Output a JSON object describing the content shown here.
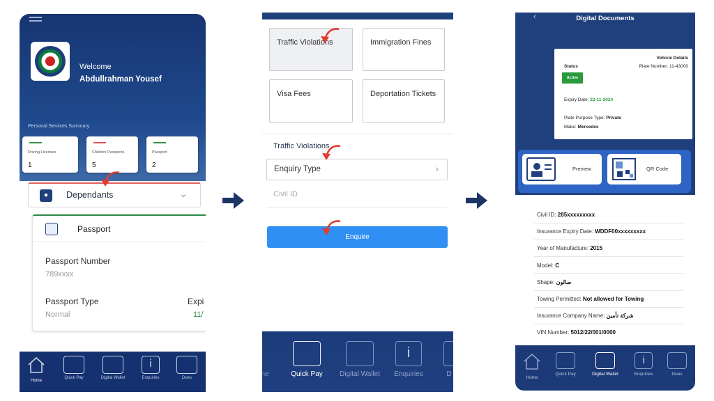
{
  "screen1": {
    "welcome": "Welcome",
    "user_name": "Abdullrahman Yousef",
    "summary_title": "Personal Services Summary",
    "cards": [
      {
        "label": "Driving Licenses",
        "value": "1",
        "color": "#3a8f4a"
      },
      {
        "label": "Children Passports",
        "value": "5",
        "color": "#d9534f"
      },
      {
        "label": "Passport",
        "value": "2",
        "color": "#3a8f4a"
      }
    ],
    "dependants_label": "Dependants",
    "passport": {
      "title": "Passport",
      "number_label": "Passport Number",
      "number_value": "789xxxx",
      "type_label": "Passport Type",
      "type_value": "Normal",
      "expiry_label": "Expi",
      "expiry_value": "11/"
    },
    "nav": [
      "Home",
      "Quick Pay",
      "Digital Wallet",
      "Enquiries",
      "Dues"
    ]
  },
  "screen2": {
    "tiles": [
      "Traffic Violations",
      "Immigration Fines",
      "Visa Fees",
      "Deportation Tickets"
    ],
    "form_title": "Traffic Violations",
    "enquiry_type": "Enquiry Type",
    "civil_id_placeholder": "Civil ID",
    "enquire_button": "Enquire",
    "nav": [
      "ne",
      "Quick Pay",
      "Digital Wallet",
      "Enquiries",
      "D"
    ]
  },
  "screen3": {
    "title": "Digital Documents",
    "vehicle_details": "Vehicle Details",
    "plate_number": "Plate Number: 11-43000",
    "status_label": "Status",
    "status_value": "Active",
    "expiry_label": "Expiry Date:",
    "expiry_value": "22-11-2024",
    "plate_purpose_label": "Plate Purpose Type:",
    "plate_purpose_value": "Private",
    "make_label": "Make:",
    "make_value": "Mercedes",
    "preview_label": "Preview",
    "qr_label": "QR Code",
    "info": [
      {
        "label": "Civil ID:",
        "value": "285xxxxxxxxx"
      },
      {
        "label": "Insurance Expiry Date:",
        "value": "WDDF00xxxxxxxxx"
      },
      {
        "label": "Year of Manufacture:",
        "value": "2015"
      },
      {
        "label": "Model:",
        "value": "C"
      },
      {
        "label": "Shape:",
        "value": "صالون"
      },
      {
        "label": "Towing Permitted:",
        "value": "Not allowed for Towing"
      },
      {
        "label": "Insurance Company Name:",
        "value": "شركة تأمين"
      },
      {
        "label": "VIN Number:",
        "value": "5012/22/001/0000"
      }
    ],
    "nav": [
      "Home",
      "Quick Pay",
      "Digital Wallet",
      "Enquiries",
      "Dues"
    ]
  },
  "colors": {
    "navy": "#1f3f7d",
    "accent_blue": "#2f8ff2",
    "arrow": "#1c3466",
    "annotation_red": "#e33b30",
    "active_green": "#2a9a3f"
  }
}
